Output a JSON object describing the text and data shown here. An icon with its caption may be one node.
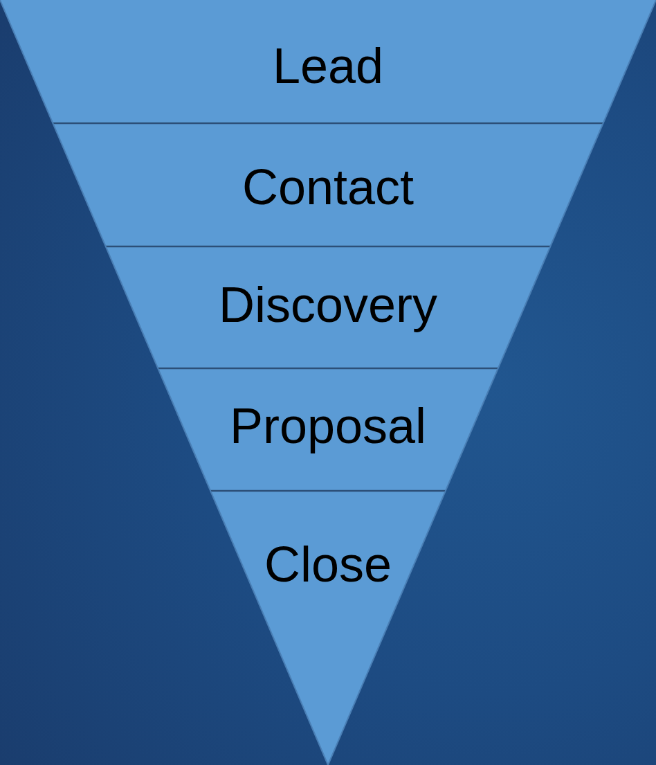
{
  "diagram": {
    "nodes": [
      {
        "text": [
          "Lead"
        ]
      },
      {
        "text": [
          "Contact"
        ]
      },
      {
        "text": [
          "Discovery"
        ]
      },
      {
        "text": [
          "Proposal"
        ]
      },
      {
        "text": [
          "Close"
        ]
      }
    ]
  }
}
